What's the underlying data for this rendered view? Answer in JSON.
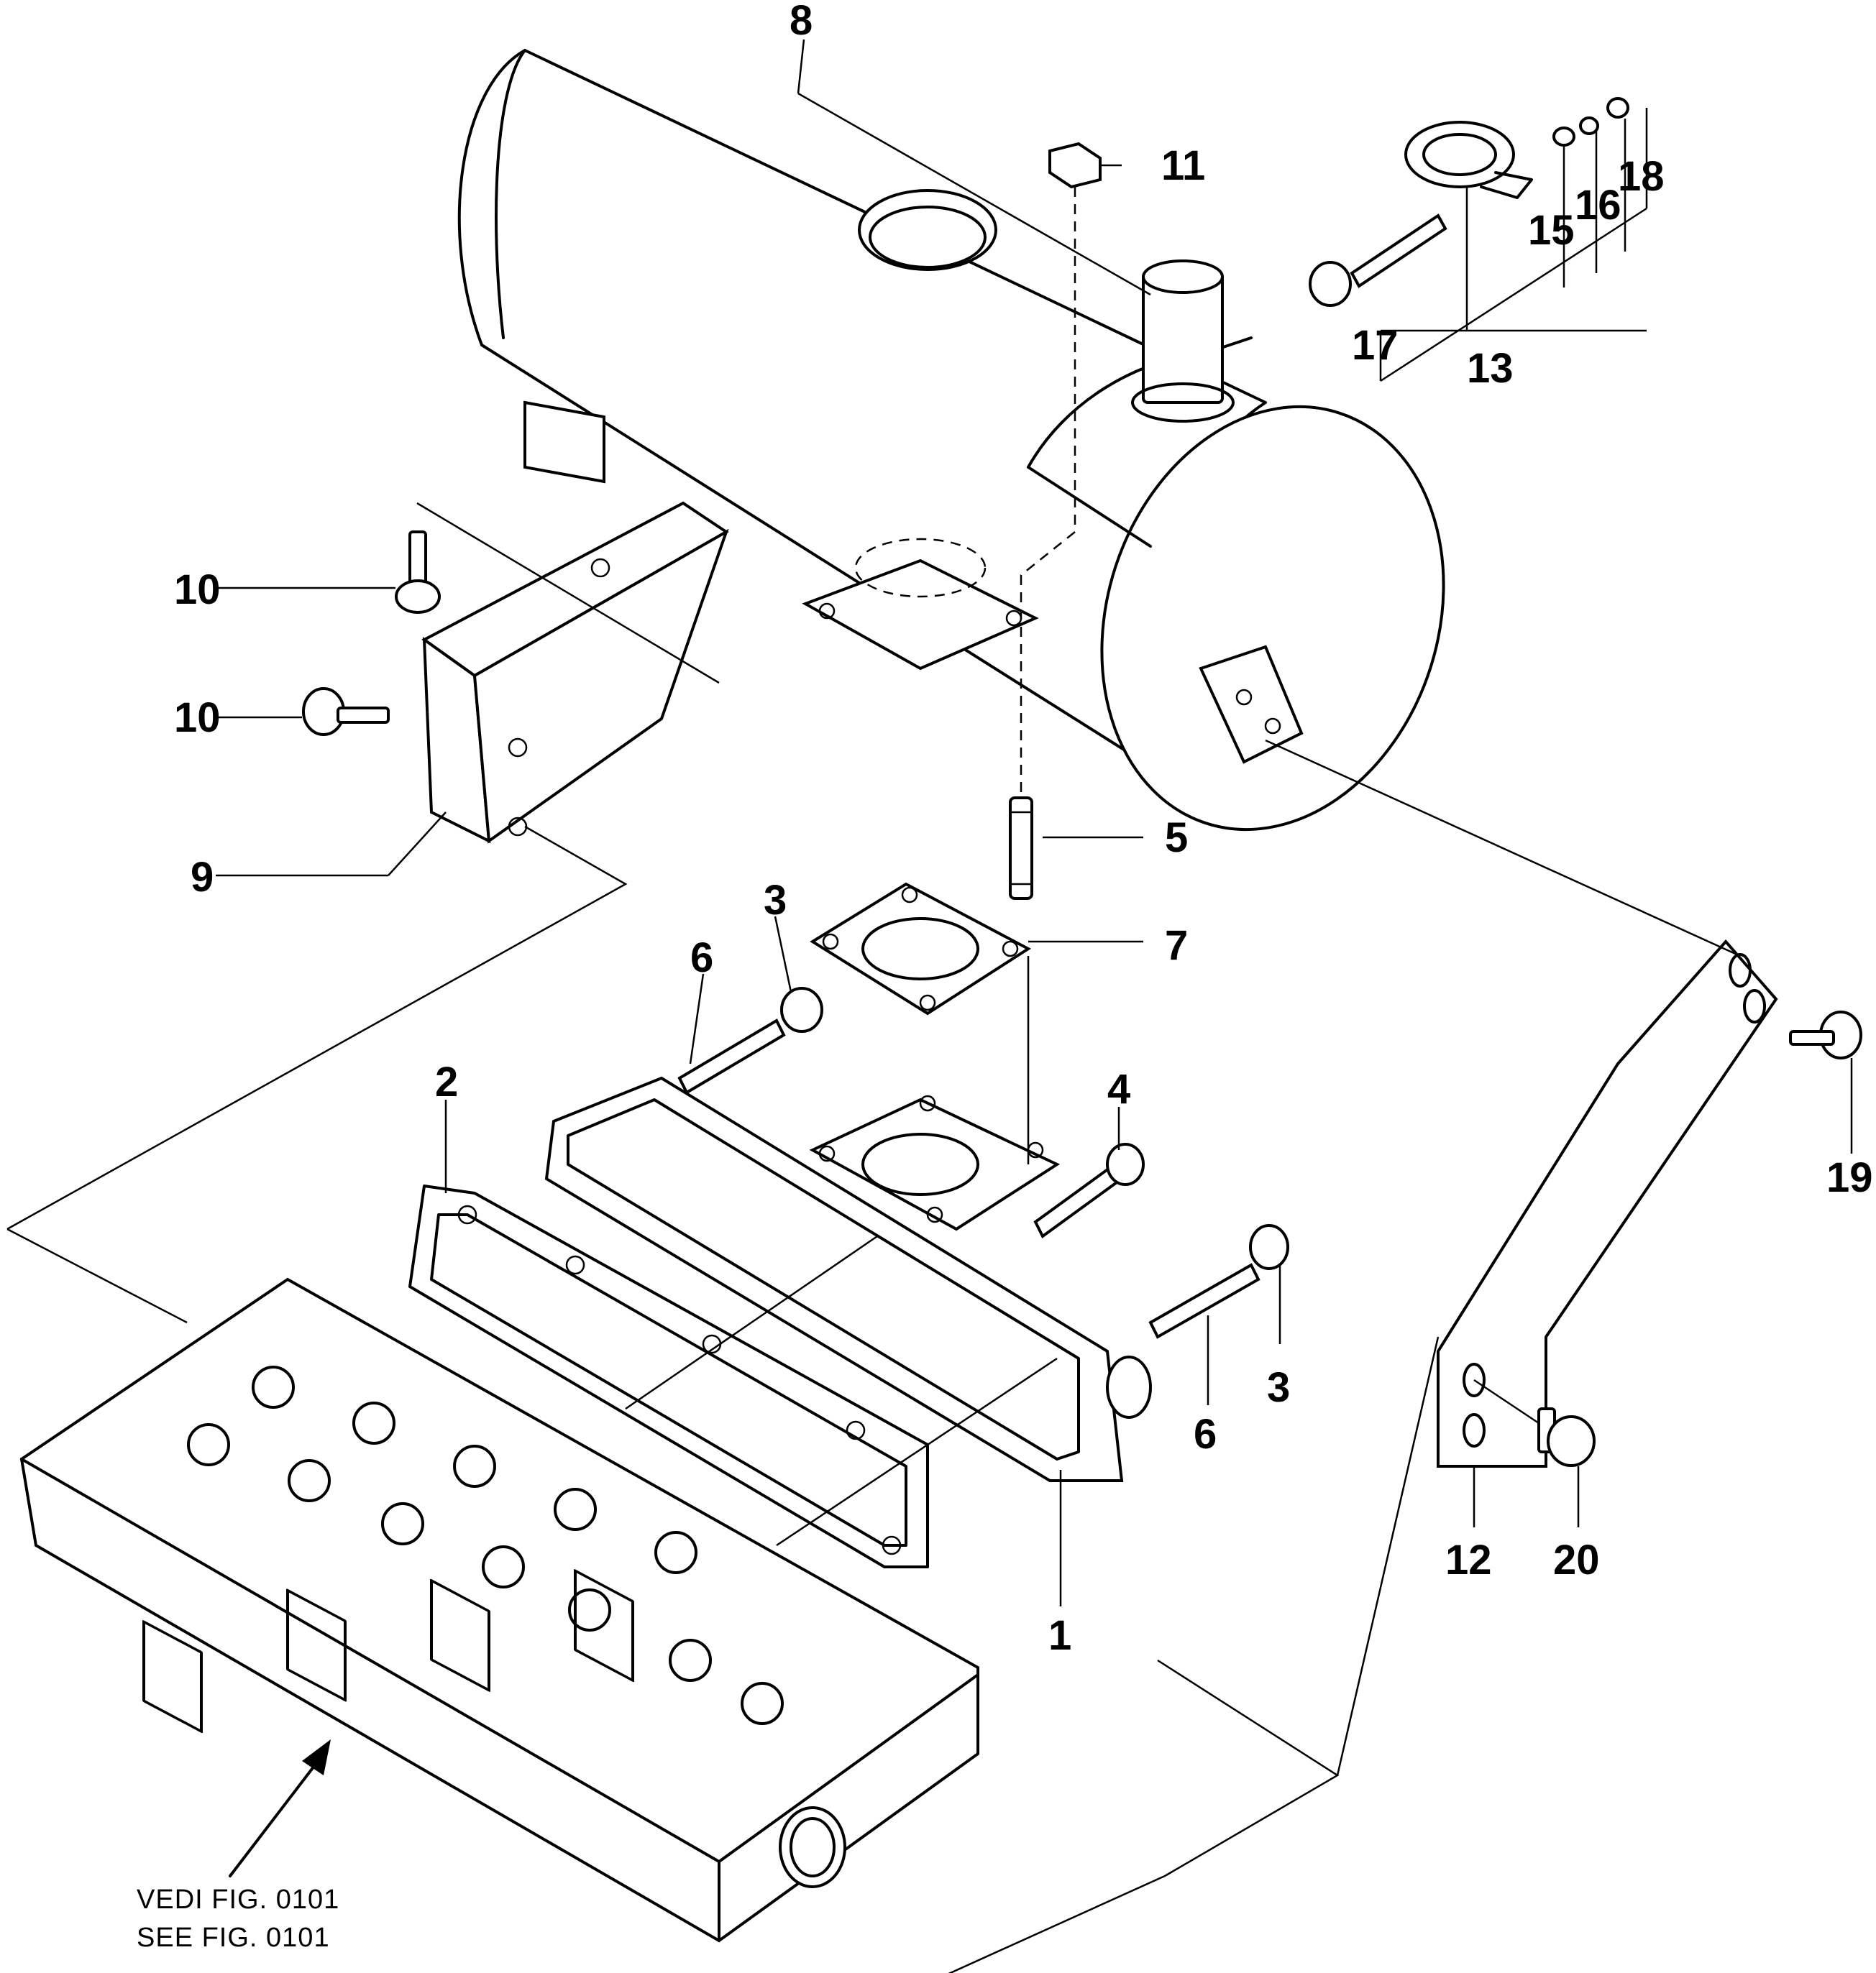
{
  "callouts": {
    "c1": "1",
    "c2": "2",
    "c3a": "3",
    "c3b": "3",
    "c4": "4",
    "c5": "5",
    "c6a": "6",
    "c6b": "6",
    "c7": "7",
    "c8": "8",
    "c9": "9",
    "c10a": "10",
    "c10b": "10",
    "c11": "11",
    "c12": "12",
    "c13": "13",
    "c15": "15",
    "c16": "16",
    "c17": "17",
    "c18": "18",
    "c19": "19",
    "c20": "20"
  },
  "reference": {
    "line1": "VEDI FIG. 0101",
    "line2": "SEE FIG. 0101"
  }
}
